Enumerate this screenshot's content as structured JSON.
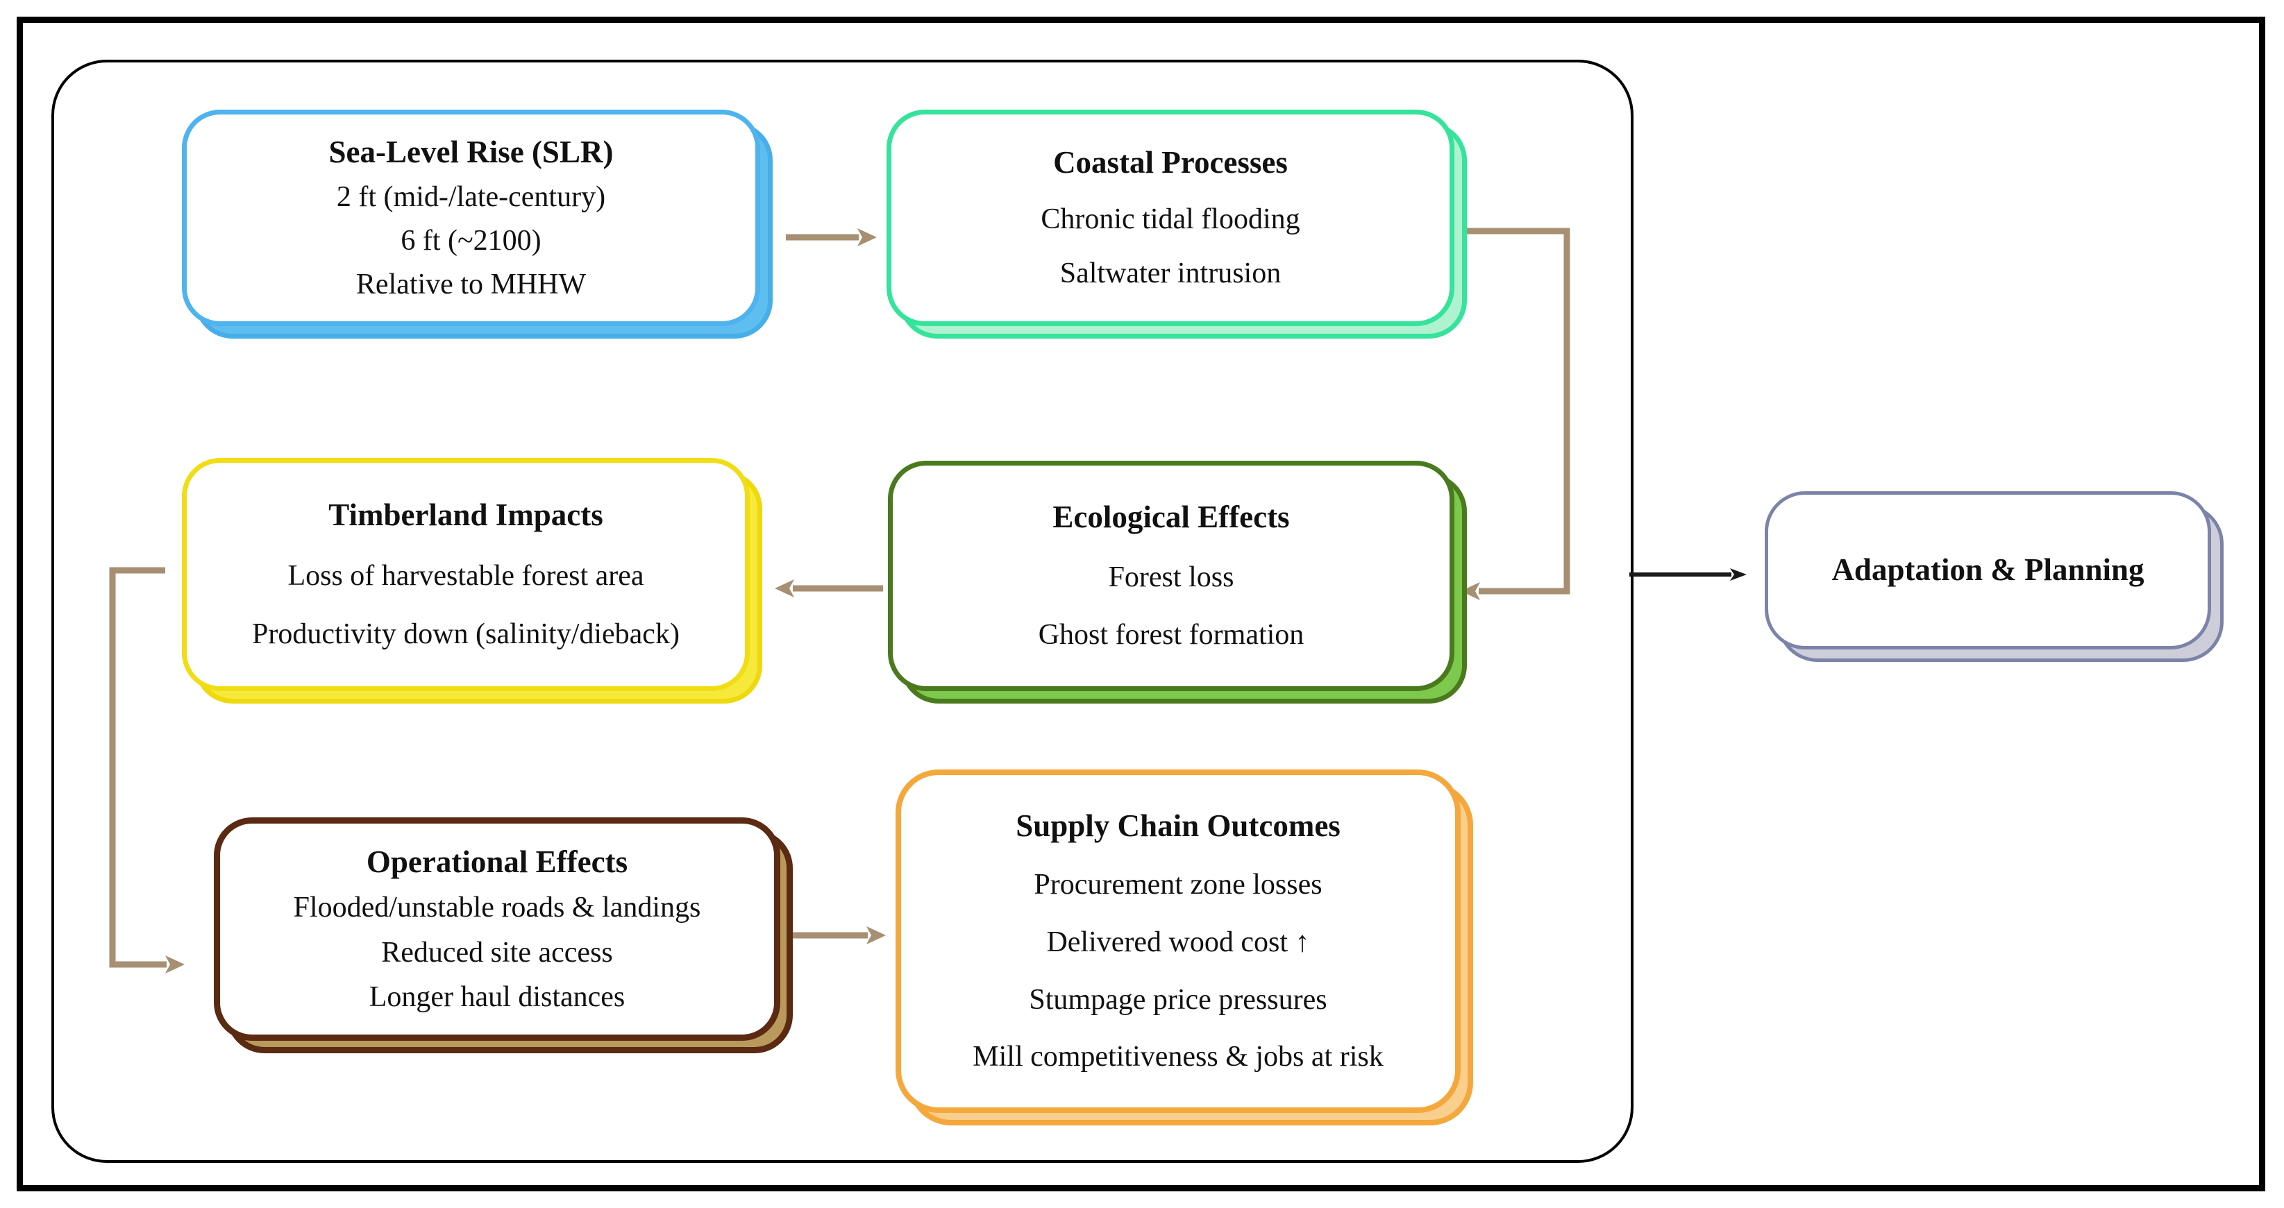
{
  "diagram": {
    "description": "Flowchart of sea-level rise impacts on coastal timberland and wood supply chains",
    "nodes": {
      "slr": {
        "title": "Sea-Level Rise (SLR)",
        "lines": [
          "2 ft (mid-/late-century)",
          "6 ft (~2100)",
          "Relative to MHHW"
        ],
        "colors": {
          "border": "#4FB3EE",
          "shadow_fill": "#5FBEF0",
          "shadow_edge": "#46AEE8"
        }
      },
      "coastal": {
        "title": "Coastal Processes",
        "lines": [
          "Chronic tidal flooding",
          "Saltwater intrusion"
        ],
        "colors": {
          "border": "#36E39B",
          "shadow_fill": "#AEF2D2",
          "shadow_edge": "#36E39B"
        }
      },
      "timberland": {
        "title": "Timberland Impacts",
        "lines": [
          "Loss of harvestable forest area",
          "Productivity down (salinity/dieback)"
        ],
        "colors": {
          "border": "#F1DD16",
          "shadow_fill": "#F7E93B",
          "shadow_edge": "#EDD90C"
        }
      },
      "ecological": {
        "title": "Ecological Effects",
        "lines": [
          "Forest loss",
          "Ghost forest formation"
        ],
        "colors": {
          "border": "#4A7A1D",
          "shadow_fill": "#7CC94D",
          "shadow_edge": "#4A7A1D"
        }
      },
      "operational": {
        "title": "Operational Effects",
        "lines": [
          "Flooded/unstable roads & landings",
          "Reduced site access",
          "Longer haul distances"
        ],
        "colors": {
          "border": "#5B2A12",
          "shadow_fill": "#BA9A5C",
          "shadow_edge": "#5B2A12"
        }
      },
      "supply": {
        "title": "Supply Chain Outcomes",
        "lines": [
          "Procurement zone losses",
          "Delivered wood cost ↑",
          "Stumpage price pressures",
          "Mill competitiveness & jobs at risk"
        ],
        "colors": {
          "border": "#F4A83C",
          "shadow_fill": "#FACF8E",
          "shadow_edge": "#F4A83C"
        }
      },
      "adaptation": {
        "title": "Adaptation & Planning",
        "lines": [],
        "colors": {
          "border": "#7B84A8",
          "shadow_fill": "#CDCEDA",
          "shadow_edge": "#7B84A8"
        }
      }
    },
    "palette": {
      "connector_tan": "#A68F72",
      "connector_black": "#1A1A1A",
      "frame": "#000000",
      "background": "#FFFFFF",
      "text": "#111111"
    }
  }
}
